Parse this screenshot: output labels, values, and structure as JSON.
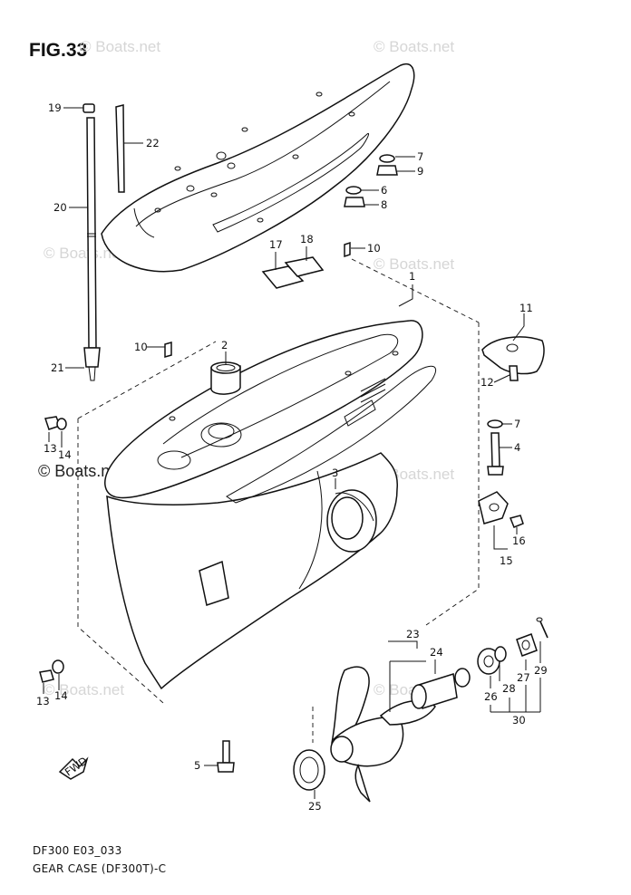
{
  "figure": {
    "title": "FIG.33",
    "model_code": "DF300 E03_033",
    "caption": "GEAR CASE (DF300T)-C"
  },
  "watermark": "© Boats.net",
  "fwd_arrow_label": "FWD",
  "callouts": {
    "c1": "1",
    "c2": "2",
    "c3": "3",
    "c4": "4",
    "c5": "5",
    "c6": "6",
    "c7a": "7",
    "c7b": "7",
    "c8": "8",
    "c9": "9",
    "c10a": "10",
    "c10b": "10",
    "c11": "11",
    "c12": "12",
    "c13a": "13",
    "c13b": "13",
    "c14a": "14",
    "c14b": "14",
    "c15": "15",
    "c16": "16",
    "c17": "17",
    "c18": "18",
    "c19": "19",
    "c20": "20",
    "c21": "21",
    "c22": "22",
    "c23": "23",
    "c24": "24",
    "c25": "25",
    "c26": "26",
    "c27": "27",
    "c28": "28",
    "c29": "29",
    "c30": "30"
  }
}
